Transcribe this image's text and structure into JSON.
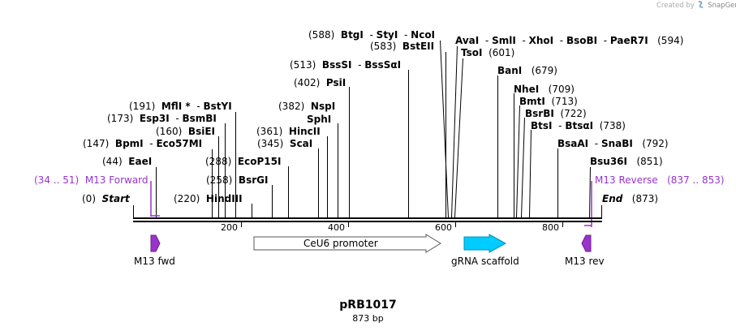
{
  "credit": {
    "prefix": "Created by",
    "brand": "SnapGene"
  },
  "plasmid": {
    "name": "pRB1017",
    "size": "873 bp"
  },
  "sites": [
    {
      "pos": "(0)",
      "name": "Start",
      "italic": true
    },
    {
      "pos": "(34 .. 51)",
      "name": "M13 Forward",
      "primer": true
    },
    {
      "pos": "(44)",
      "name": "EaeI"
    },
    {
      "pos": "(147)",
      "name": "BpmI",
      "sep": "-",
      "name2": "Eco57MI"
    },
    {
      "pos": "(160)",
      "name": "BsiEI"
    },
    {
      "pos": "(173)",
      "name": "Esp3I",
      "sep": "-",
      "name2": "BsmBI"
    },
    {
      "pos": "(191)",
      "name": "MflI *",
      "sep": "-",
      "name2": "BstYI"
    },
    {
      "pos": "(220)",
      "name": "HindIII"
    },
    {
      "pos": "(258)",
      "name": "BsrGI"
    },
    {
      "pos": "(288)",
      "name": "EcoP15I"
    },
    {
      "pos": "(345)",
      "name": "ScaI"
    },
    {
      "pos": "(361)",
      "name": "HincII"
    },
    {
      "name": "SphI"
    },
    {
      "pos": "(382)",
      "name": "NspI"
    },
    {
      "pos": "(402)",
      "name": "PsiI"
    },
    {
      "pos": "(513)",
      "name": "BssSI",
      "sep": "-",
      "name2": "BssSαI"
    },
    {
      "pos": "(583)",
      "name": "BstEII"
    },
    {
      "pos": "(588)",
      "name": "BtgI",
      "sep": "-",
      "name2": "StyI",
      "sep2": "-",
      "name3": "NcoI"
    },
    {
      "name": "AvaI",
      "sep": "-",
      "name2": "SmlI",
      "sep2": "-",
      "name3": "XhoI",
      "sep3": "-",
      "name4": "BsoBI",
      "sep4": "-",
      "name5": "PaeR7I",
      "pos_after": "(594)"
    },
    {
      "name": "TsoI",
      "pos_after": "(601)"
    },
    {
      "name": "BanI",
      "pos_after": "(679)"
    },
    {
      "name": "NheI",
      "pos_after": "(709)"
    },
    {
      "name": "BmtI",
      "pos_after": "(713)"
    },
    {
      "name": "BsrBI",
      "pos_after": "(722)"
    },
    {
      "name": "BtsI",
      "sep": "-",
      "name2": "BtsαI",
      "pos_after": "(738)"
    },
    {
      "name": "BsaAI",
      "sep": "-",
      "name2": "SnaBI",
      "pos_after": "(792)"
    },
    {
      "name": "Bsu36I",
      "pos_after": "(851)"
    },
    {
      "name": "M13 Reverse",
      "pos_after": "(837 .. 853)",
      "primer": true
    },
    {
      "name": "End",
      "pos_after": "(873)",
      "italic": true
    }
  ],
  "ticks": [
    "200",
    "400",
    "600",
    "800"
  ],
  "features": [
    {
      "label": "M13 fwd",
      "color": "#9933cc",
      "direction": "forward"
    },
    {
      "label": "CeU6 promoter",
      "color": "#ffffff",
      "direction": "forward"
    },
    {
      "label": "gRNA scaffold",
      "color": "#00ccff",
      "direction": "forward"
    },
    {
      "label": "M13 rev",
      "color": "#9933cc",
      "direction": "reverse"
    }
  ],
  "colors": {
    "primer": "#9933cc",
    "backbone": "#000000",
    "cut_line": "#000000"
  }
}
